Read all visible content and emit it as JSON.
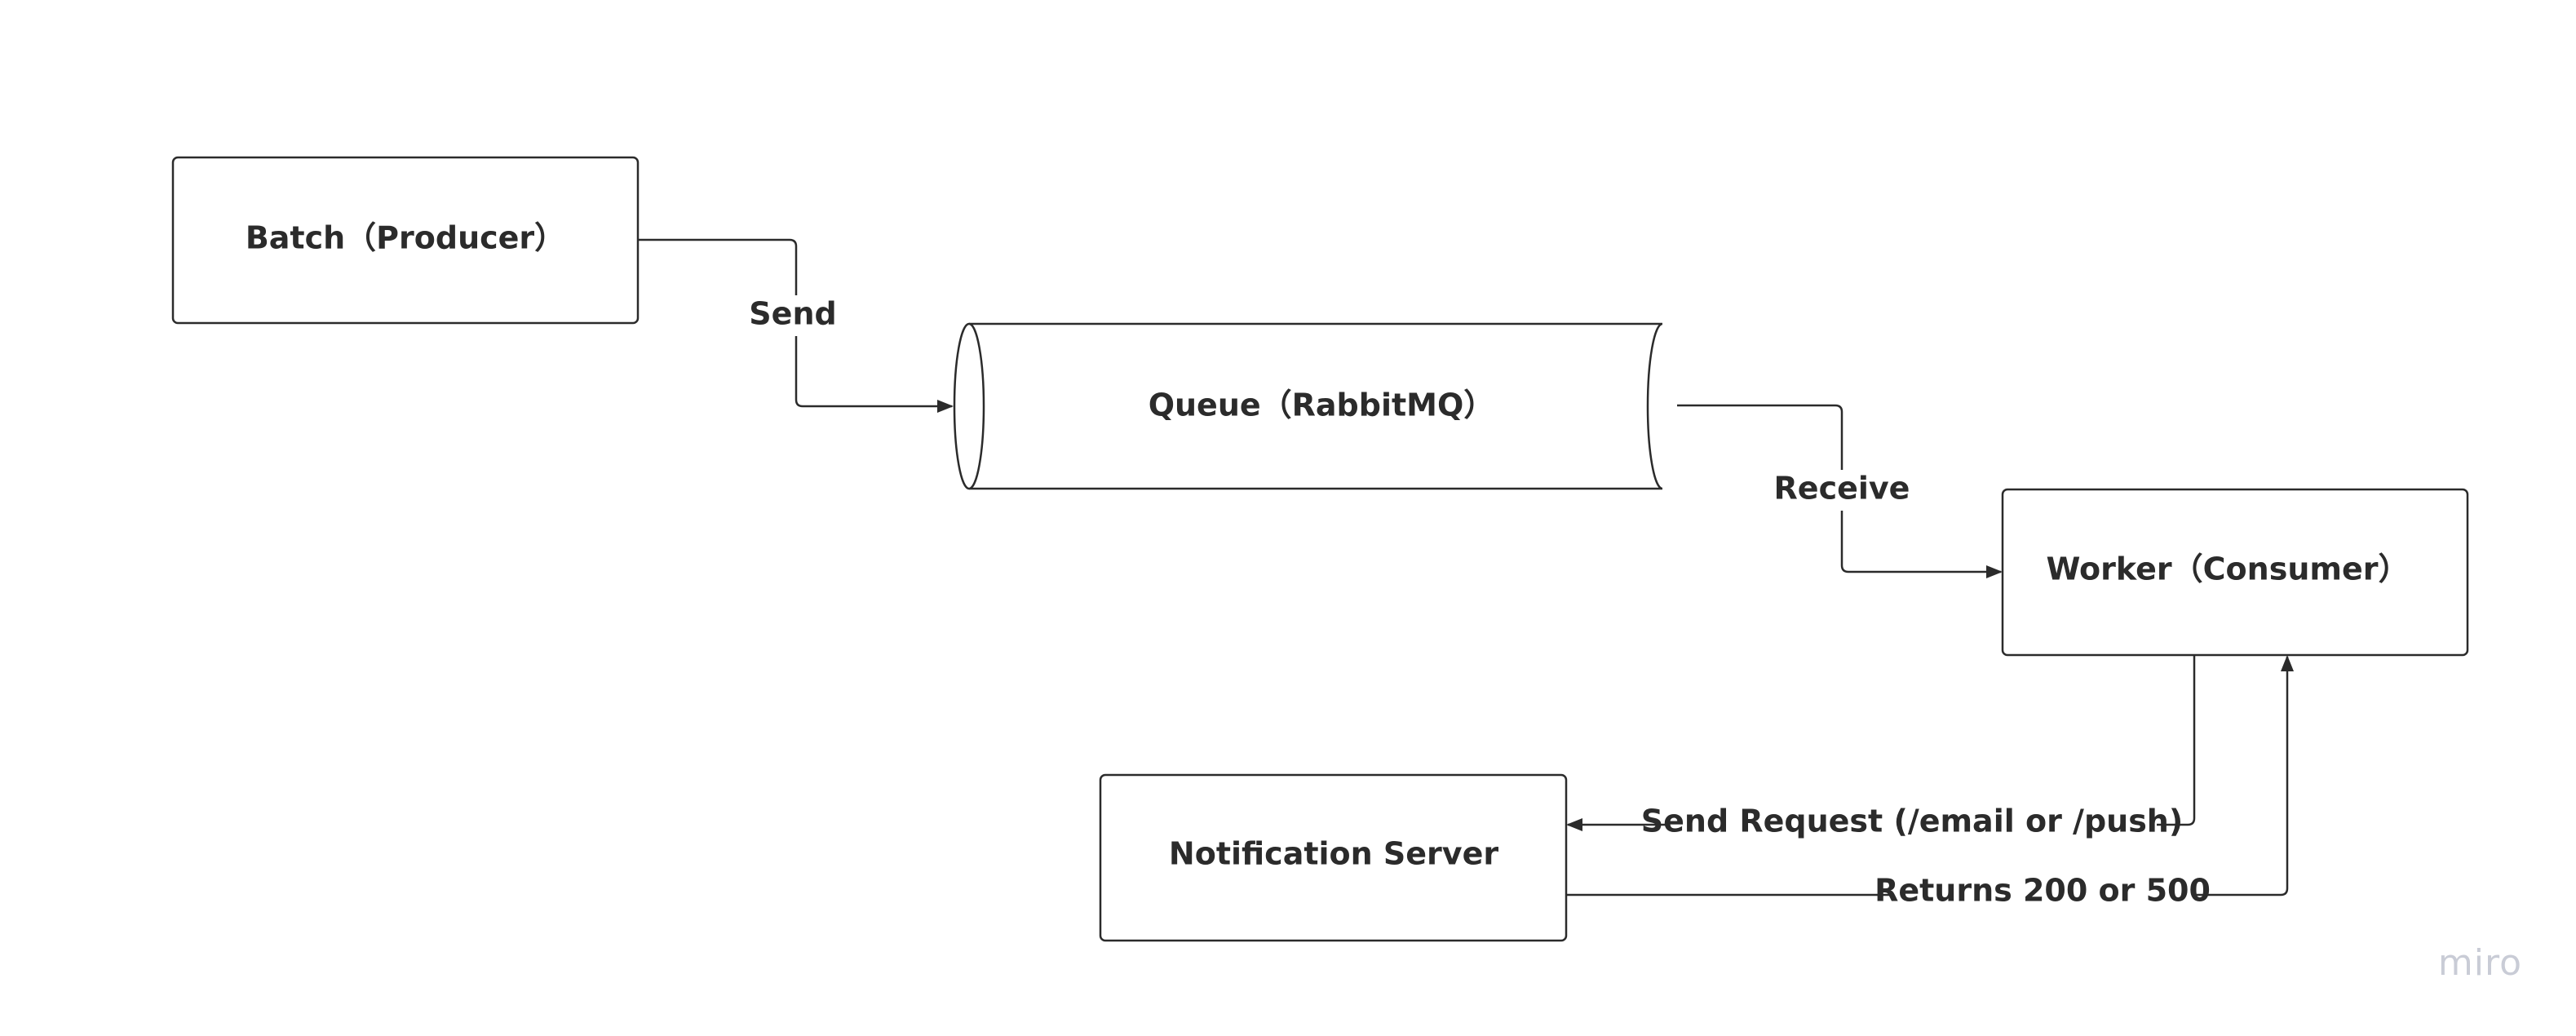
{
  "diagram": {
    "nodes": {
      "batch": "Batch（Producer）",
      "queue": "Queue（RabbitMQ）",
      "worker": "Worker（Consumer）",
      "notification": "Notification Server"
    },
    "edges": {
      "send": "Send",
      "receive": "Receive",
      "send_request": "Send Request (/email or /push)",
      "returns": "Returns 200 or 500"
    }
  },
  "branding": {
    "watermark": "miro"
  },
  "colors": {
    "stroke": "#2b2b2b",
    "text": "#2b2b2b",
    "watermark": "#c9ccd6",
    "background": "#ffffff"
  }
}
